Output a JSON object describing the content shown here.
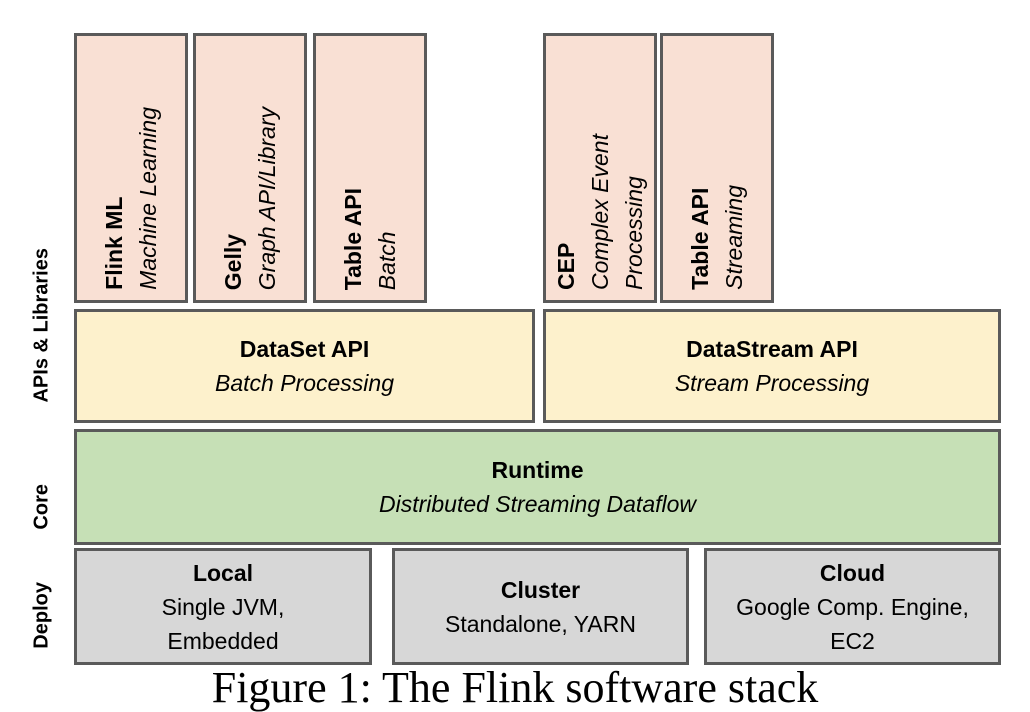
{
  "side_labels": {
    "apis": "APIs & Libraries",
    "core": "Core",
    "deploy": "Deploy"
  },
  "libraries": [
    {
      "title": "Flink ML",
      "subtitle": "Machine Learning"
    },
    {
      "title": "Gelly",
      "subtitle": "Graph API/Library"
    },
    {
      "title": "Table API",
      "subtitle": "Batch"
    },
    {
      "title": "CEP",
      "subtitle": "Complex Event\nProcessing"
    },
    {
      "title": "Table API",
      "subtitle": "Streaming"
    }
  ],
  "apis": [
    {
      "title": "DataSet API",
      "subtitle": "Batch Processing"
    },
    {
      "title": "DataStream API",
      "subtitle": "Stream Processing"
    }
  ],
  "core": {
    "title": "Runtime",
    "subtitle": "Distributed Streaming Dataflow"
  },
  "deploy": [
    {
      "title": "Local",
      "detail": "Single JVM,\nEmbedded"
    },
    {
      "title": "Cluster",
      "detail": "Standalone, YARN"
    },
    {
      "title": "Cloud",
      "detail": "Google Comp. Engine,\nEC2"
    }
  ],
  "colors": {
    "library_fill": "#f9e0d4",
    "api_fill": "#fdf1cc",
    "core_fill": "#c6e0b6",
    "deploy_fill": "#d7d7d7",
    "border": "#5a5a5a"
  },
  "caption": "Figure 1: The Flink software stack"
}
